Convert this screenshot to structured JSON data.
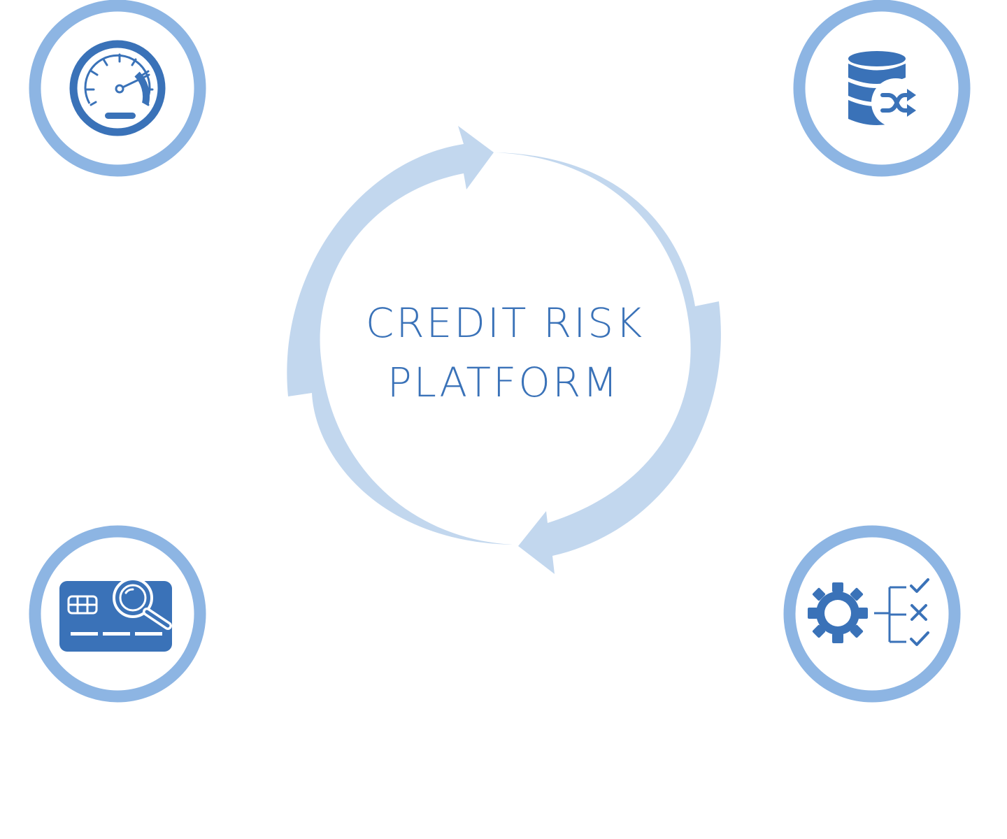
{
  "center": {
    "line1": "CREDIT RISK",
    "line2": "PLATFORM"
  },
  "colors": {
    "ring": "#8db5e3",
    "arrow": "#c2d7ee",
    "icon": "#3a72b8",
    "background": "#ffffff"
  },
  "icons": [
    {
      "name": "speedometer-icon",
      "position": "top-left"
    },
    {
      "name": "database-shuffle-icon",
      "position": "top-right"
    },
    {
      "name": "credit-card-search-icon",
      "position": "bottom-left"
    },
    {
      "name": "gear-checklist-icon",
      "position": "bottom-right"
    }
  ]
}
